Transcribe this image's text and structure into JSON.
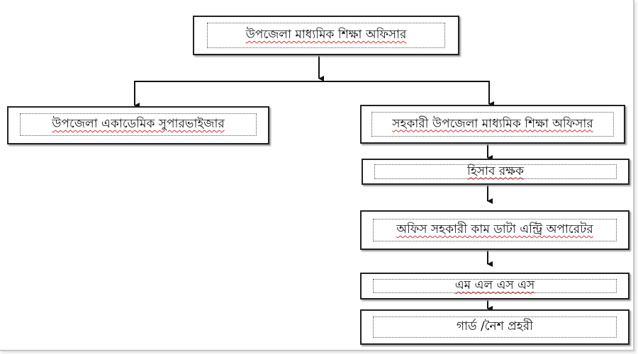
{
  "chart": {
    "root": "উপজেলা মাধ্যমিক শিক্ষা অফিসার",
    "left_child": "উপজেলা একাডেমিক সুপারভাইজার",
    "right_chain": [
      "সহকারী উপজেলা মাধ্যমিক শিক্ষা অফিসার",
      "হিসাব রক্ষক",
      "অফিস সহকারী কাম ডাটা এন্ট্রি অপারেটর",
      "এম এল এস এস",
      "গার্ড /নৈশ প্রহরী"
    ]
  }
}
